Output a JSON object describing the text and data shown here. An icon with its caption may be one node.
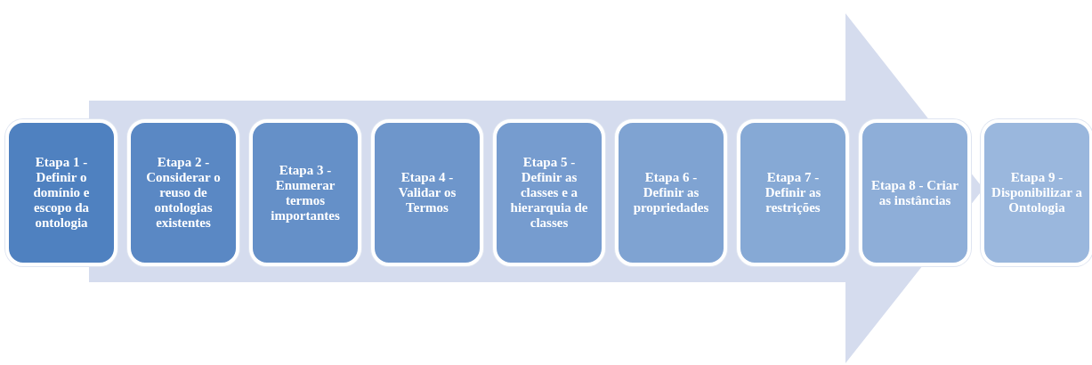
{
  "diagram": {
    "nodes": [
      {
        "text": [
          "Etapa 1 - Definir o domínio e escopo da ontologia"
        ]
      },
      {
        "text": [
          "Etapa 2 - Considerar o reuso de ontologias existentes"
        ]
      },
      {
        "text": [
          "Etapa 3 - Enumerar termos importantes"
        ]
      },
      {
        "text": [
          "Etapa 4 - Validar os Termos"
        ]
      },
      {
        "text": [
          "Etapa 5 - Definir as classes e a hierarquia de classes"
        ]
      },
      {
        "text": [
          "Etapa 6 - Definir as propriedades"
        ]
      },
      {
        "text": [
          "Etapa 7 - Definir as restrições"
        ]
      },
      {
        "text": [
          "Etapa 8 - Criar as instâncias"
        ]
      },
      {
        "text": [
          "Etapa 9 - Disponibilizar a Ontologia"
        ]
      }
    ]
  }
}
